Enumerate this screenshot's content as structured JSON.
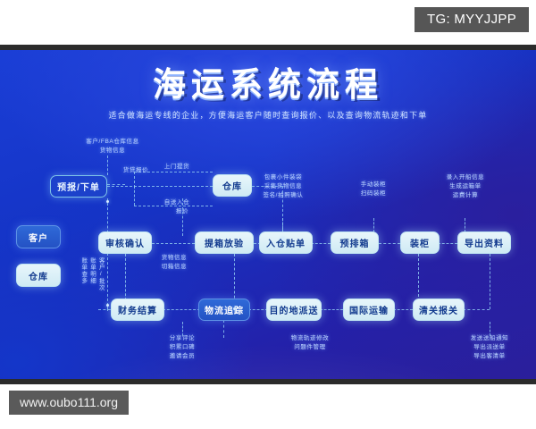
{
  "watermarks": {
    "telegram": "TG: MYYJJPP",
    "website": "www.oubo111.org"
  },
  "poster": {
    "title": "海运系统流程",
    "subtitle": "适合做海运专线的企业，方便海运客户随时查询报价、以及查询物流轨迹和下单",
    "background_color": "#1535c8",
    "accent_color": "#8fc8f0"
  },
  "nodes": [
    {
      "id": "forecast-order",
      "label": "预报/下单",
      "style": "outline"
    },
    {
      "id": "customer",
      "label": "客户",
      "style": "dark"
    },
    {
      "id": "warehouse-left",
      "label": "仓库",
      "style": "light"
    },
    {
      "id": "warehouse",
      "label": "仓库",
      "style": "light"
    },
    {
      "id": "audit-confirm",
      "label": "审核确认",
      "style": "light"
    },
    {
      "id": "pickup-inspect",
      "label": "提箱放验",
      "style": "light"
    },
    {
      "id": "inbound-label",
      "label": "入仓贴单",
      "style": "light"
    },
    {
      "id": "pre-arrange",
      "label": "预排箱",
      "style": "light"
    },
    {
      "id": "load-container",
      "label": "装柜",
      "style": "light"
    },
    {
      "id": "export-docs",
      "label": "导出资料",
      "style": "light"
    },
    {
      "id": "finance-settle",
      "label": "财务结算",
      "style": "light"
    },
    {
      "id": "logistics-track",
      "label": "物流追踪",
      "style": "dark"
    },
    {
      "id": "dest-delivery",
      "label": "目的地派送",
      "style": "light"
    },
    {
      "id": "intl-transport",
      "label": "国际运输",
      "style": "light"
    },
    {
      "id": "customs-clear",
      "label": "清关报关",
      "style": "light"
    }
  ],
  "annotations": [
    {
      "id": "fba-info",
      "text": "客户/FBA仓库信息\n货物信息"
    },
    {
      "id": "door-pickup",
      "text": "上门提货"
    },
    {
      "id": "self-delivery",
      "text": "自送入仓"
    },
    {
      "id": "freight-quote",
      "text": "货贷报价"
    },
    {
      "id": "quote-label",
      "text": "报价"
    },
    {
      "id": "cargo-cabinet",
      "text": "货物信息\n切箱信息"
    },
    {
      "id": "parcel-bagging",
      "text": "包裹小件装袋\n采集货物信息\n签名/拍照确认"
    },
    {
      "id": "manual-scan",
      "text": "手动装柜\n扫码装柜"
    },
    {
      "id": "sailing-info",
      "text": "录入开船信息\n生成运箱单\n运费计算"
    },
    {
      "id": "customer-rank",
      "text": "客户/批次\n账单明细\n账单查多"
    },
    {
      "id": "share-review",
      "text": "分享评论\n积累口碑\n邀请会员"
    },
    {
      "id": "track-modify",
      "text": "物流轨迹修改\n问题件管理"
    },
    {
      "id": "ship-notice",
      "text": "发送送船通知\n导出派送单\n导出客清单"
    }
  ]
}
